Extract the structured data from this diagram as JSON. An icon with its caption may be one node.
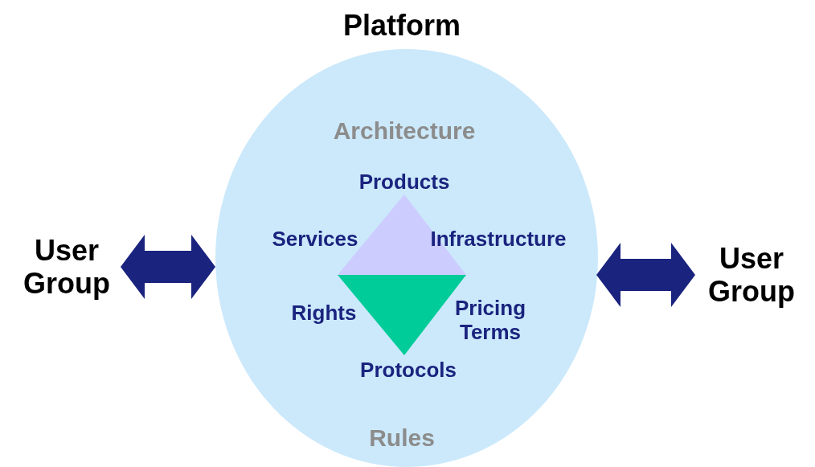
{
  "diagram": {
    "nodes": [
      {
        "text": [
          "Platform",
          "Architecture",
          "Rules"
        ]
      },
      {
        "text": [
          "Products",
          "Services",
          "Infrastructure"
        ],
        "in": 0
      },
      {
        "text": [
          "Rights",
          "Pricing Terms",
          "Protocols"
        ],
        "in": 0
      },
      {
        "text": [
          "User Group"
        ]
      },
      {
        "text": [
          "User Group"
        ]
      }
    ],
    "edges": [
      {
        "from": 3,
        "to": 0,
        "arrow": "both",
        "style": "thick"
      },
      {
        "from": 0,
        "to": 4,
        "arrow": "both",
        "style": "thick"
      }
    ]
  }
}
